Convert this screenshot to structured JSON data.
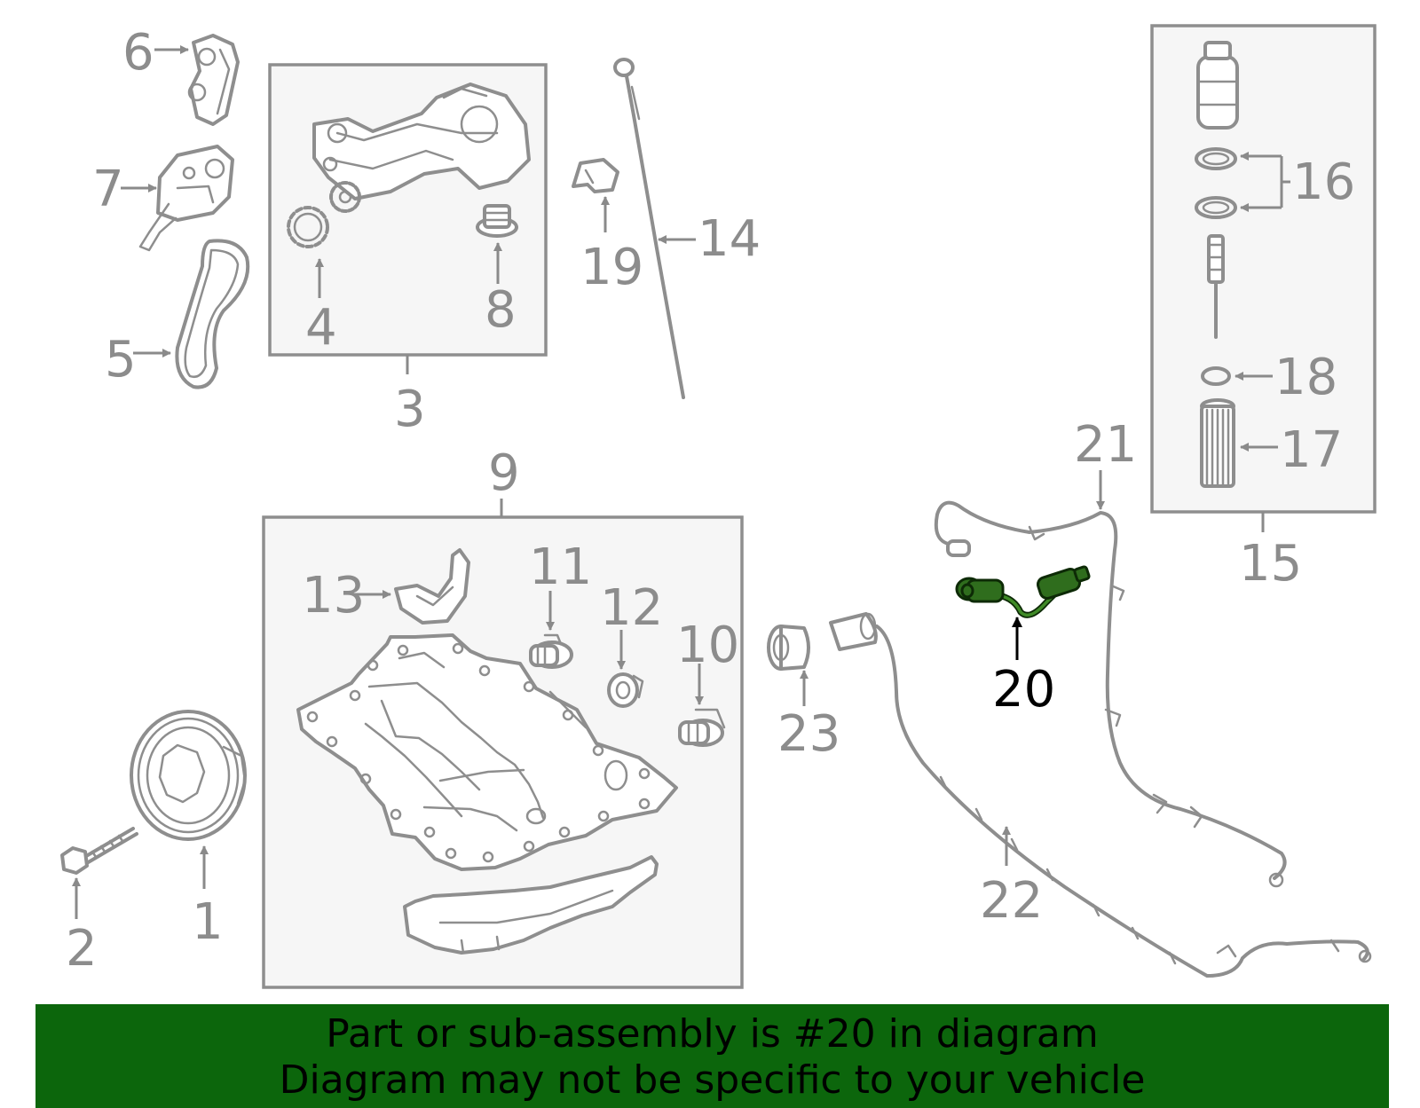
{
  "diagram": {
    "callouts": {
      "c1": "1",
      "c2": "2",
      "c3": "3",
      "c4": "4",
      "c5": "5",
      "c6": "6",
      "c7": "7",
      "c8": "8",
      "c9": "9",
      "c10": "10",
      "c11": "11",
      "c12": "12",
      "c13": "13",
      "c14": "14",
      "c15": "15",
      "c16": "16",
      "c17": "17",
      "c18": "18",
      "c19": "19",
      "c20": "20",
      "c21": "21",
      "c22": "22",
      "c23": "23"
    },
    "highlighted_part": "20",
    "colors": {
      "highlight": "#2f6d1d",
      "banner": "#0c660c",
      "line_art": "#8e8e8e"
    }
  },
  "banner": {
    "line1": "Part or sub-assembly is #20 in diagram",
    "line2": "Diagram may not be specific to your vehicle"
  }
}
